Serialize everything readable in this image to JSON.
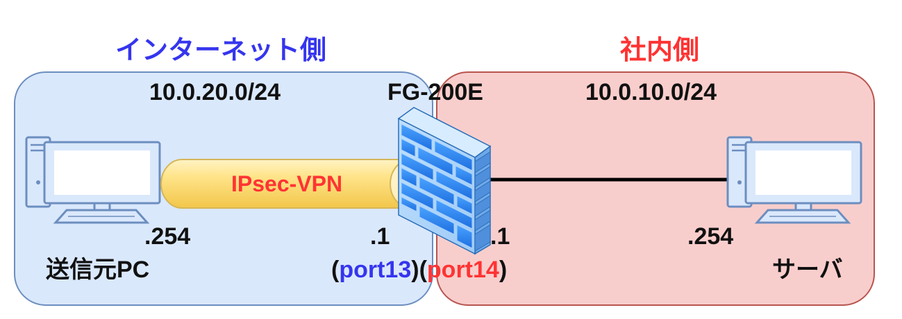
{
  "zones": {
    "internet": {
      "label": "インターネット側",
      "subnet": "10.0.20.0/24",
      "color": "#3535ee"
    },
    "internal": {
      "label": "社内側",
      "subnet": "10.0.10.0/24",
      "color": "#ff3333"
    }
  },
  "firewall": {
    "model": "FG-200E",
    "icon": "firewall-icon"
  },
  "tunnel": {
    "label": "IPsec-VPN"
  },
  "source_pc": {
    "label": "送信元PC",
    "ip_suffix": ".254",
    "icon": "computer-icon"
  },
  "server": {
    "label": "サーバ",
    "ip_suffix": ".254",
    "icon": "computer-icon"
  },
  "ports": {
    "internet_side": {
      "ip_suffix": ".1",
      "name": "port13"
    },
    "internal_side": {
      "ip_suffix": ".1",
      "name": "port14"
    }
  },
  "paren_open": "(",
  "paren_close": ")"
}
